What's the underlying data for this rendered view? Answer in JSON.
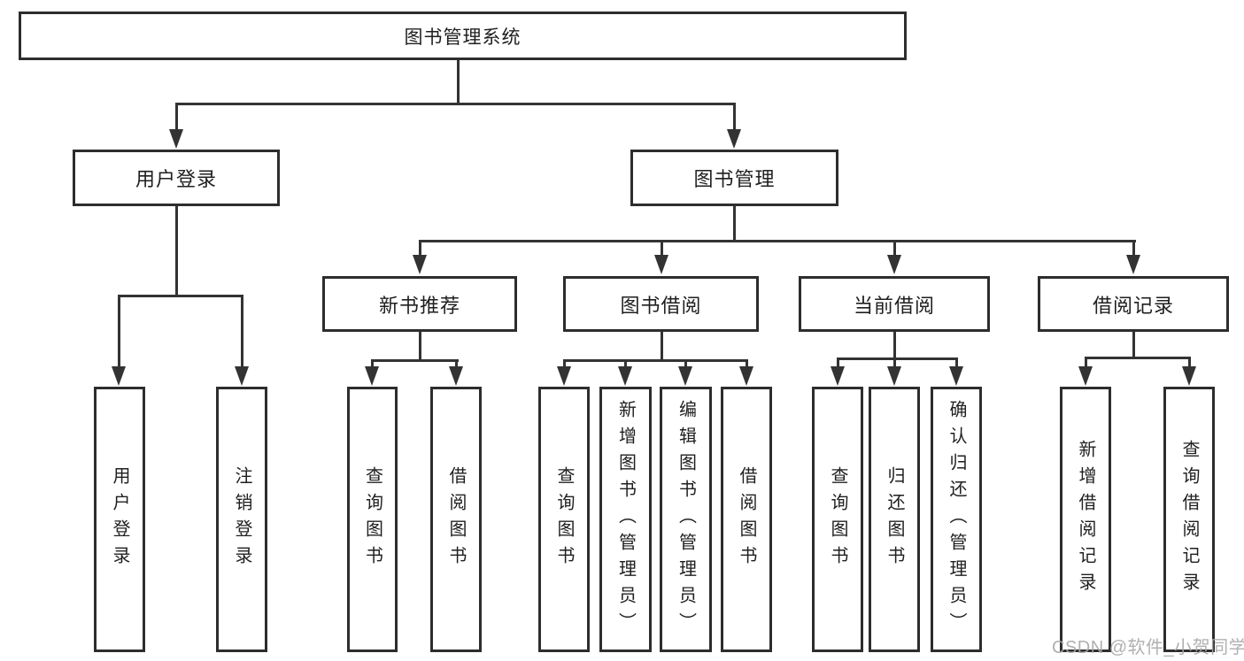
{
  "tree": {
    "root": "图书管理系统",
    "branches": [
      {
        "label": "用户登录",
        "children": [
          {
            "label": "用户登录"
          },
          {
            "label": "注销登录"
          }
        ]
      },
      {
        "label": "图书管理",
        "children": [
          {
            "label": "新书推荐",
            "children": [
              {
                "label": "查询图书"
              },
              {
                "label": "借阅图书"
              }
            ]
          },
          {
            "label": "图书借阅",
            "children": [
              {
                "label": "查询图书"
              },
              {
                "label": "新增图书（管理员）"
              },
              {
                "label": "编辑图书（管理员）"
              },
              {
                "label": "借阅图书"
              }
            ]
          },
          {
            "label": "当前借阅",
            "children": [
              {
                "label": "查询图书"
              },
              {
                "label": "归还图书"
              },
              {
                "label": "确认归还（管理员）"
              }
            ]
          },
          {
            "label": "借阅记录",
            "children": [
              {
                "label": "新增借阅记录"
              },
              {
                "label": "查询借阅记录"
              }
            ]
          }
        ]
      }
    ]
  },
  "watermark": "CSDN @软件_小贺同学",
  "colors": {
    "line": "#333333",
    "box_border": "#2d2d2d",
    "text": "#1f1f1f",
    "background": "#ffffff",
    "watermark": "#a8a8a8"
  }
}
